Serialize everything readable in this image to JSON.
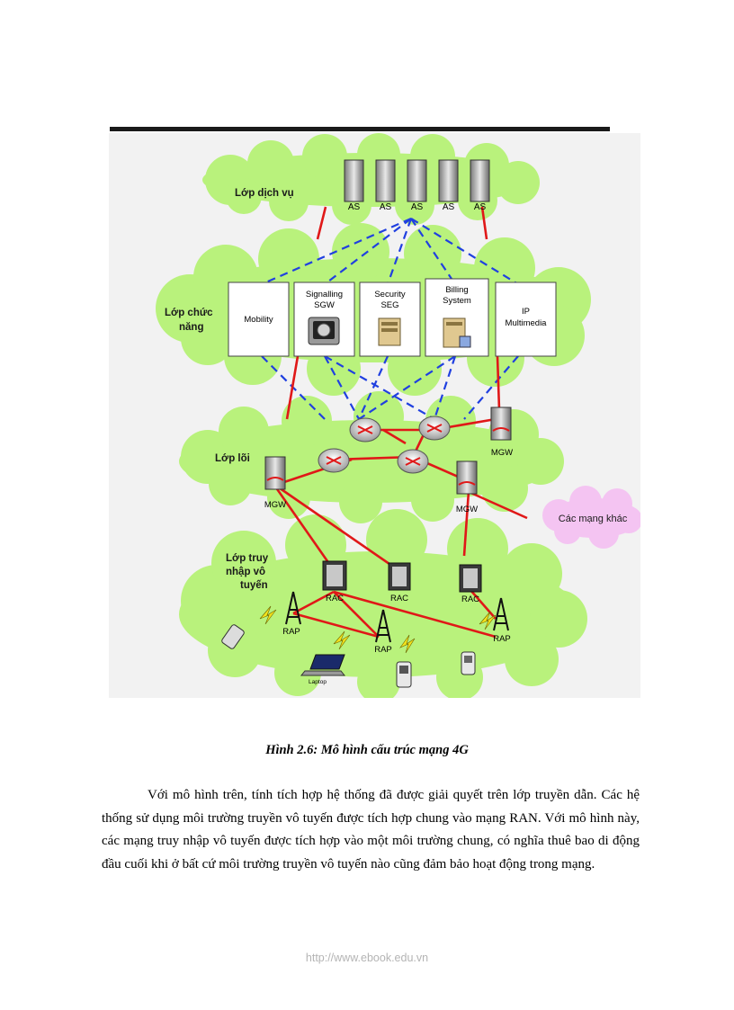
{
  "diagram": {
    "layers": {
      "service": "Lớp dịch vụ",
      "function_line1": "Lớp chức",
      "function_line2": "năng",
      "core": "Lớp lõi",
      "access_line1": "Lớp truy",
      "access_line2": "nhập vô",
      "access_line3": "tuyến"
    },
    "as_label": "AS",
    "functions": {
      "mobility": "Mobility",
      "signalling_line1": "Signalling",
      "signalling_line2": "SGW",
      "security_line1": "Security",
      "security_line2": "SEG",
      "billing_line1": "Billing",
      "billing_line2": "System",
      "ip_line1": "IP",
      "ip_line2": "Multimedia"
    },
    "mgw_label": "MGW",
    "other_networks": "Các mạng khác",
    "rac_label": "RAC",
    "rap_label": "RAP",
    "laptop_label": "Laptop"
  },
  "caption": "Hình 2.6: Mô hình cấu trúc mạng 4G",
  "body_text": "Với mô hình trên, tính tích hợp hệ thống đã được giải quyết trên lớp truyền dẫn. Các hệ thống sử dụng môi trường truyền vô tuyến được tích hợp chung vào mạng RAN. Với mô hình này, các mạng truy nhập vô tuyến được tích hợp vào một môi trường chung, có nghĩa thuê bao di động đầu cuối khi ở bất cứ môi trường truyền vô tuyến nào cũng đảm bảo hoạt động trong mạng.",
  "footer_url": "http://www.ebook.edu.vn"
}
